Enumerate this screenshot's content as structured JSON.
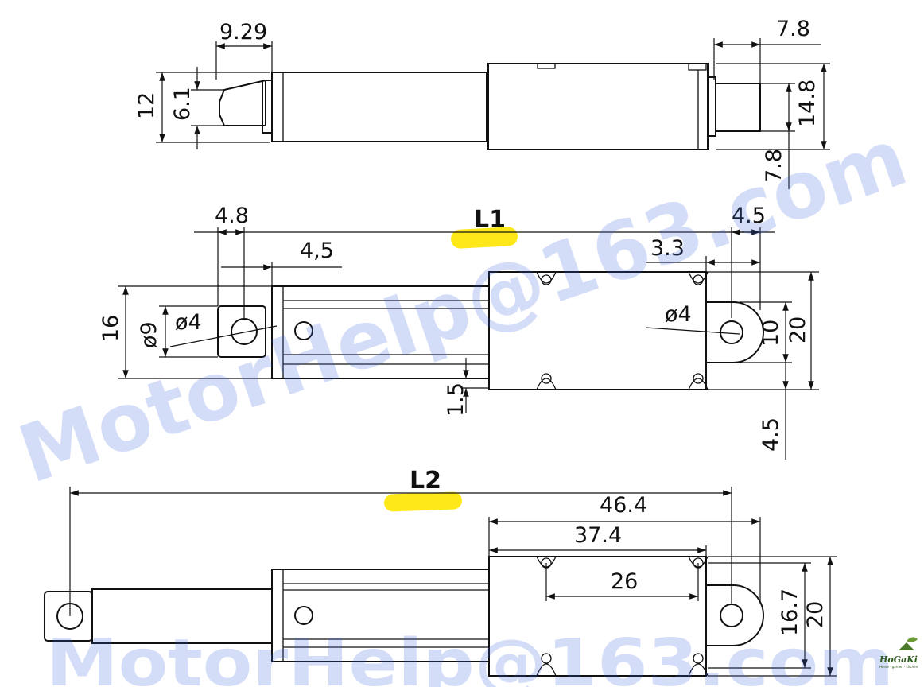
{
  "drawing": {
    "top_view": {
      "dims": {
        "shaft_len": "9.29",
        "shaft_width_outer": "12",
        "shaft_width_inner": "6.1",
        "motor_offset_top": "7.8",
        "motor_height": "14.8",
        "motor_offset_side": "7.8"
      }
    },
    "retracted_view": {
      "label": "L1",
      "dims": {
        "front_hole_offset": "4.8",
        "front_step": "4,5",
        "rear_hole_offset": "4.5",
        "rear_step": "3.3",
        "front_hole_dia": "ø4",
        "front_eye_dia": "ø9",
        "front_height": "16",
        "rear_hole_dia": "ø4",
        "rear_eye_width": "10",
        "body_height": "20",
        "gap": "1.5",
        "rear_bottom_offset": "4.5"
      }
    },
    "extended_view": {
      "label": "L2",
      "dims": {
        "overall_rear": "46.4",
        "body_to_rear": "37.4",
        "mount_spacing": "26",
        "mount_height": "16.7",
        "body_height": "20"
      }
    }
  },
  "watermark": {
    "diagonal": "MotorHelp@163.com",
    "bottom": "MotorHelp@163.com"
  },
  "logo": {
    "name": "HoGaKi",
    "tagline": "Home · garden · kitchen"
  },
  "colors": {
    "line": "#111111",
    "highlight": "#ffe600",
    "watermark": "#3b64e0"
  }
}
